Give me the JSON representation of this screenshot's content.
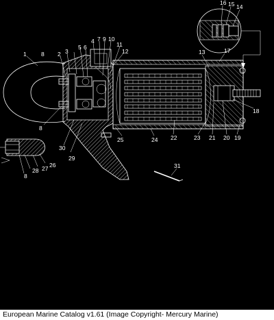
{
  "caption": "European Marine Catalog v1.61 (Image Copyright- Mercury Marine)",
  "callouts": [
    "1",
    "2",
    "3",
    "4",
    "5",
    "6",
    "7",
    "8",
    "9",
    "10",
    "11",
    "12",
    "13",
    "14",
    "15",
    "16",
    "17",
    "18",
    "19",
    "20",
    "21",
    "22",
    "23",
    "24",
    "25",
    "26",
    "27",
    "28",
    "29",
    "30",
    "31"
  ]
}
